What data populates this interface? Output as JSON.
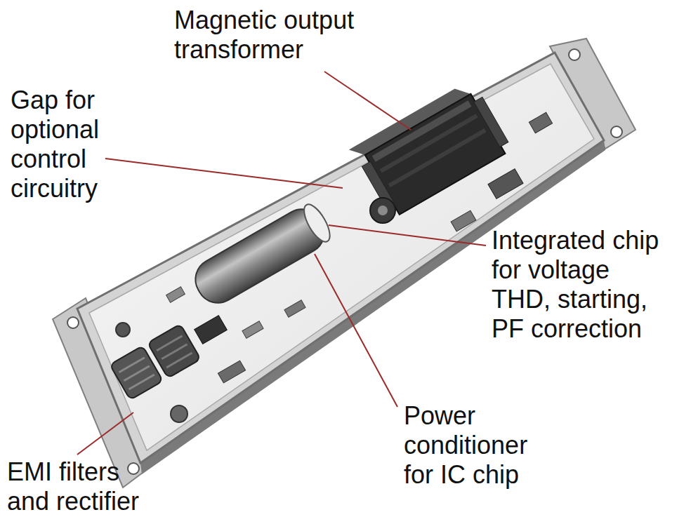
{
  "diagram": {
    "labels": [
      "Magnetic output transformer",
      "Gap for optional control circuitry",
      "Integrated chip for voltage THD, starting, PF correction",
      "Power conditioner for IC chip",
      "EMI filters and rectifier"
    ]
  }
}
